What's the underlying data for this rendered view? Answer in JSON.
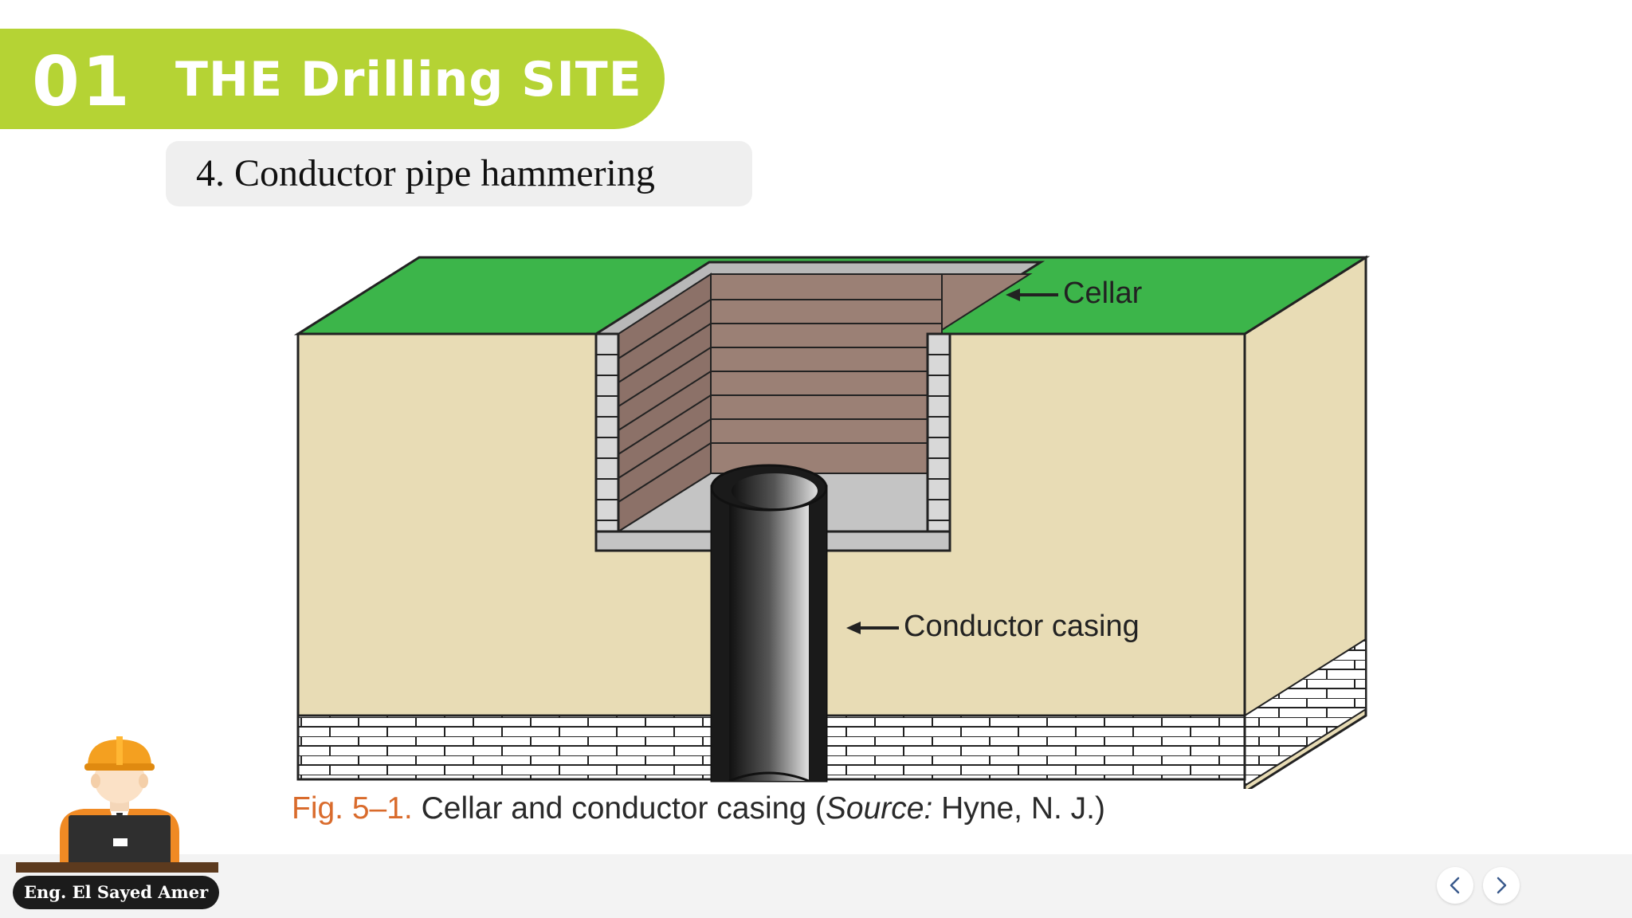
{
  "header": {
    "section_number": "01",
    "section_title": "THE Drilling SITE",
    "accent_color": "#b5d334"
  },
  "subtitle": "4. Conductor pipe hammering",
  "diagram": {
    "labels": {
      "cellar": "Cellar",
      "conductor": "Conductor casing"
    },
    "colors": {
      "grass": "#3cb54a",
      "earth": "#e8dcb5",
      "cellar_wall": "#9b8075",
      "casing": "#222222"
    }
  },
  "caption": {
    "fig": "Fig. 5–1.",
    "text": " Cellar and conductor casing (",
    "source_label": "Source:",
    "source": " Hyne, N. J.)"
  },
  "author": {
    "name": "Eng. El Sayed Amer"
  },
  "nav": {
    "prev_icon": "chevron-left-icon",
    "next_icon": "chevron-right-icon"
  }
}
